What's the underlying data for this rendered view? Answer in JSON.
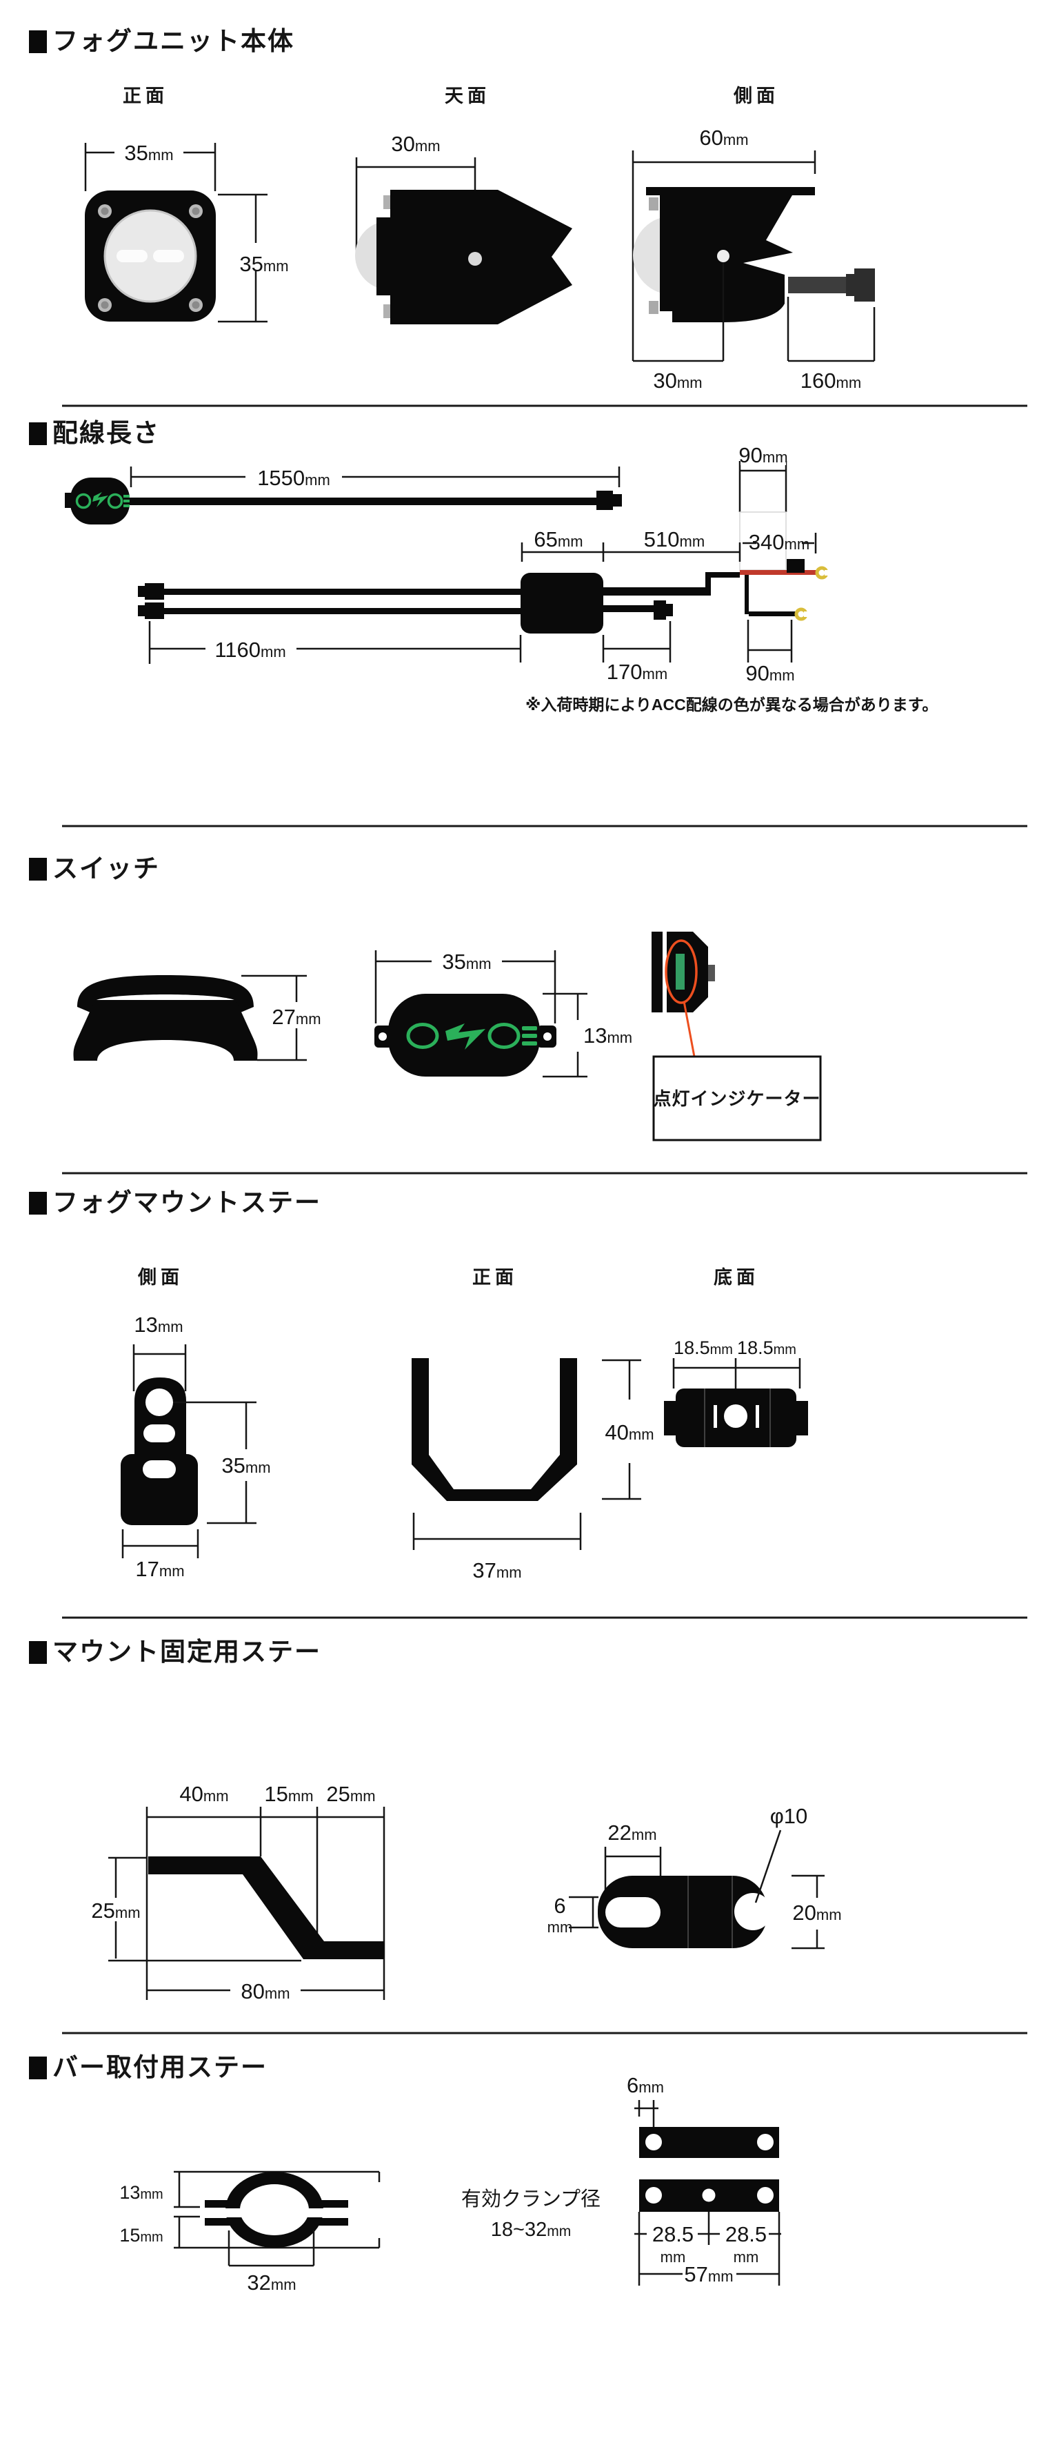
{
  "page": {
    "bg": "#ffffff",
    "accent_green": "#2bb05a",
    "accent_orange": "#ed4f1f",
    "acc_wire_red": "#c0392b",
    "terminal_yellow": "#d9bd3a"
  },
  "s1": {
    "title": "フォグユニット本体",
    "front": {
      "label": "正面",
      "w": {
        "v": "35",
        "u": "mm"
      },
      "h": {
        "v": "35",
        "u": "mm"
      }
    },
    "top": {
      "label": "天面",
      "d": {
        "v": "30",
        "u": "mm"
      }
    },
    "side": {
      "label": "側面",
      "w": {
        "v": "60",
        "u": "mm"
      },
      "body": {
        "v": "30",
        "u": "mm"
      },
      "wire": {
        "v": "160",
        "u": "mm"
      }
    }
  },
  "s2": {
    "title": "配線長さ",
    "switch_wire": {
      "v": "1550",
      "u": "mm"
    },
    "acc_top": {
      "v": "90",
      "u": "mm"
    },
    "box_w": {
      "v": "65",
      "u": "mm"
    },
    "mid": {
      "v": "510",
      "u": "mm"
    },
    "acc": {
      "v": "340",
      "u": "mm"
    },
    "left": {
      "v": "1160",
      "u": "mm"
    },
    "fog": {
      "v": "170",
      "u": "mm"
    },
    "gnd": {
      "v": "90",
      "u": "mm"
    },
    "note": "※入荷時期によりACC配線の色が異なる場合があります。"
  },
  "s3": {
    "title": "スイッチ",
    "h": {
      "v": "27",
      "u": "mm"
    },
    "w": {
      "v": "35",
      "u": "mm"
    },
    "t": {
      "v": "13",
      "u": "mm"
    },
    "callout": "点灯インジケーター"
  },
  "s4": {
    "title": "フォグマウントステー",
    "side": {
      "label": "側面",
      "top": {
        "v": "13",
        "u": "mm"
      },
      "h": {
        "v": "35",
        "u": "mm"
      },
      "w": {
        "v": "17",
        "u": "mm"
      }
    },
    "front": {
      "label": "正面",
      "h": {
        "v": "40",
        "u": "mm"
      },
      "w": {
        "v": "37",
        "u": "mm"
      }
    },
    "bottom": {
      "label": "底面",
      "l": {
        "v": "18.5",
        "u": "mm"
      },
      "r": {
        "v": "18.5",
        "u": "mm"
      }
    }
  },
  "s5": {
    "title": "マウント固定用ステー",
    "a": {
      "v": "40",
      "u": "mm"
    },
    "b": {
      "v": "15",
      "u": "mm"
    },
    "c": {
      "v": "25",
      "u": "mm"
    },
    "h": {
      "v": "25",
      "u": "mm"
    },
    "total": {
      "v": "80",
      "u": "mm"
    },
    "slot": {
      "v": "22",
      "u": "mm"
    },
    "slot_h": {
      "v": "6",
      "u": "mm"
    },
    "dia": "φ10",
    "h2": {
      "v": "20",
      "u": "mm"
    }
  },
  "s6": {
    "title": "バー取付用ステー",
    "top_half": {
      "v": "13",
      "u": "mm"
    },
    "bottom_half": {
      "v": "15",
      "u": "mm"
    },
    "inner": {
      "v": "32",
      "u": "mm"
    },
    "clamp_line1": "有効クランプ径",
    "clamp_line2": {
      "v": "18~32",
      "u": "mm"
    },
    "hole": {
      "v": "6",
      "u": "mm"
    },
    "p1": {
      "v": "28.5",
      "u": "mm"
    },
    "p2": {
      "v": "28.5",
      "u": "mm"
    },
    "total": {
      "v": "57",
      "u": "mm"
    }
  }
}
